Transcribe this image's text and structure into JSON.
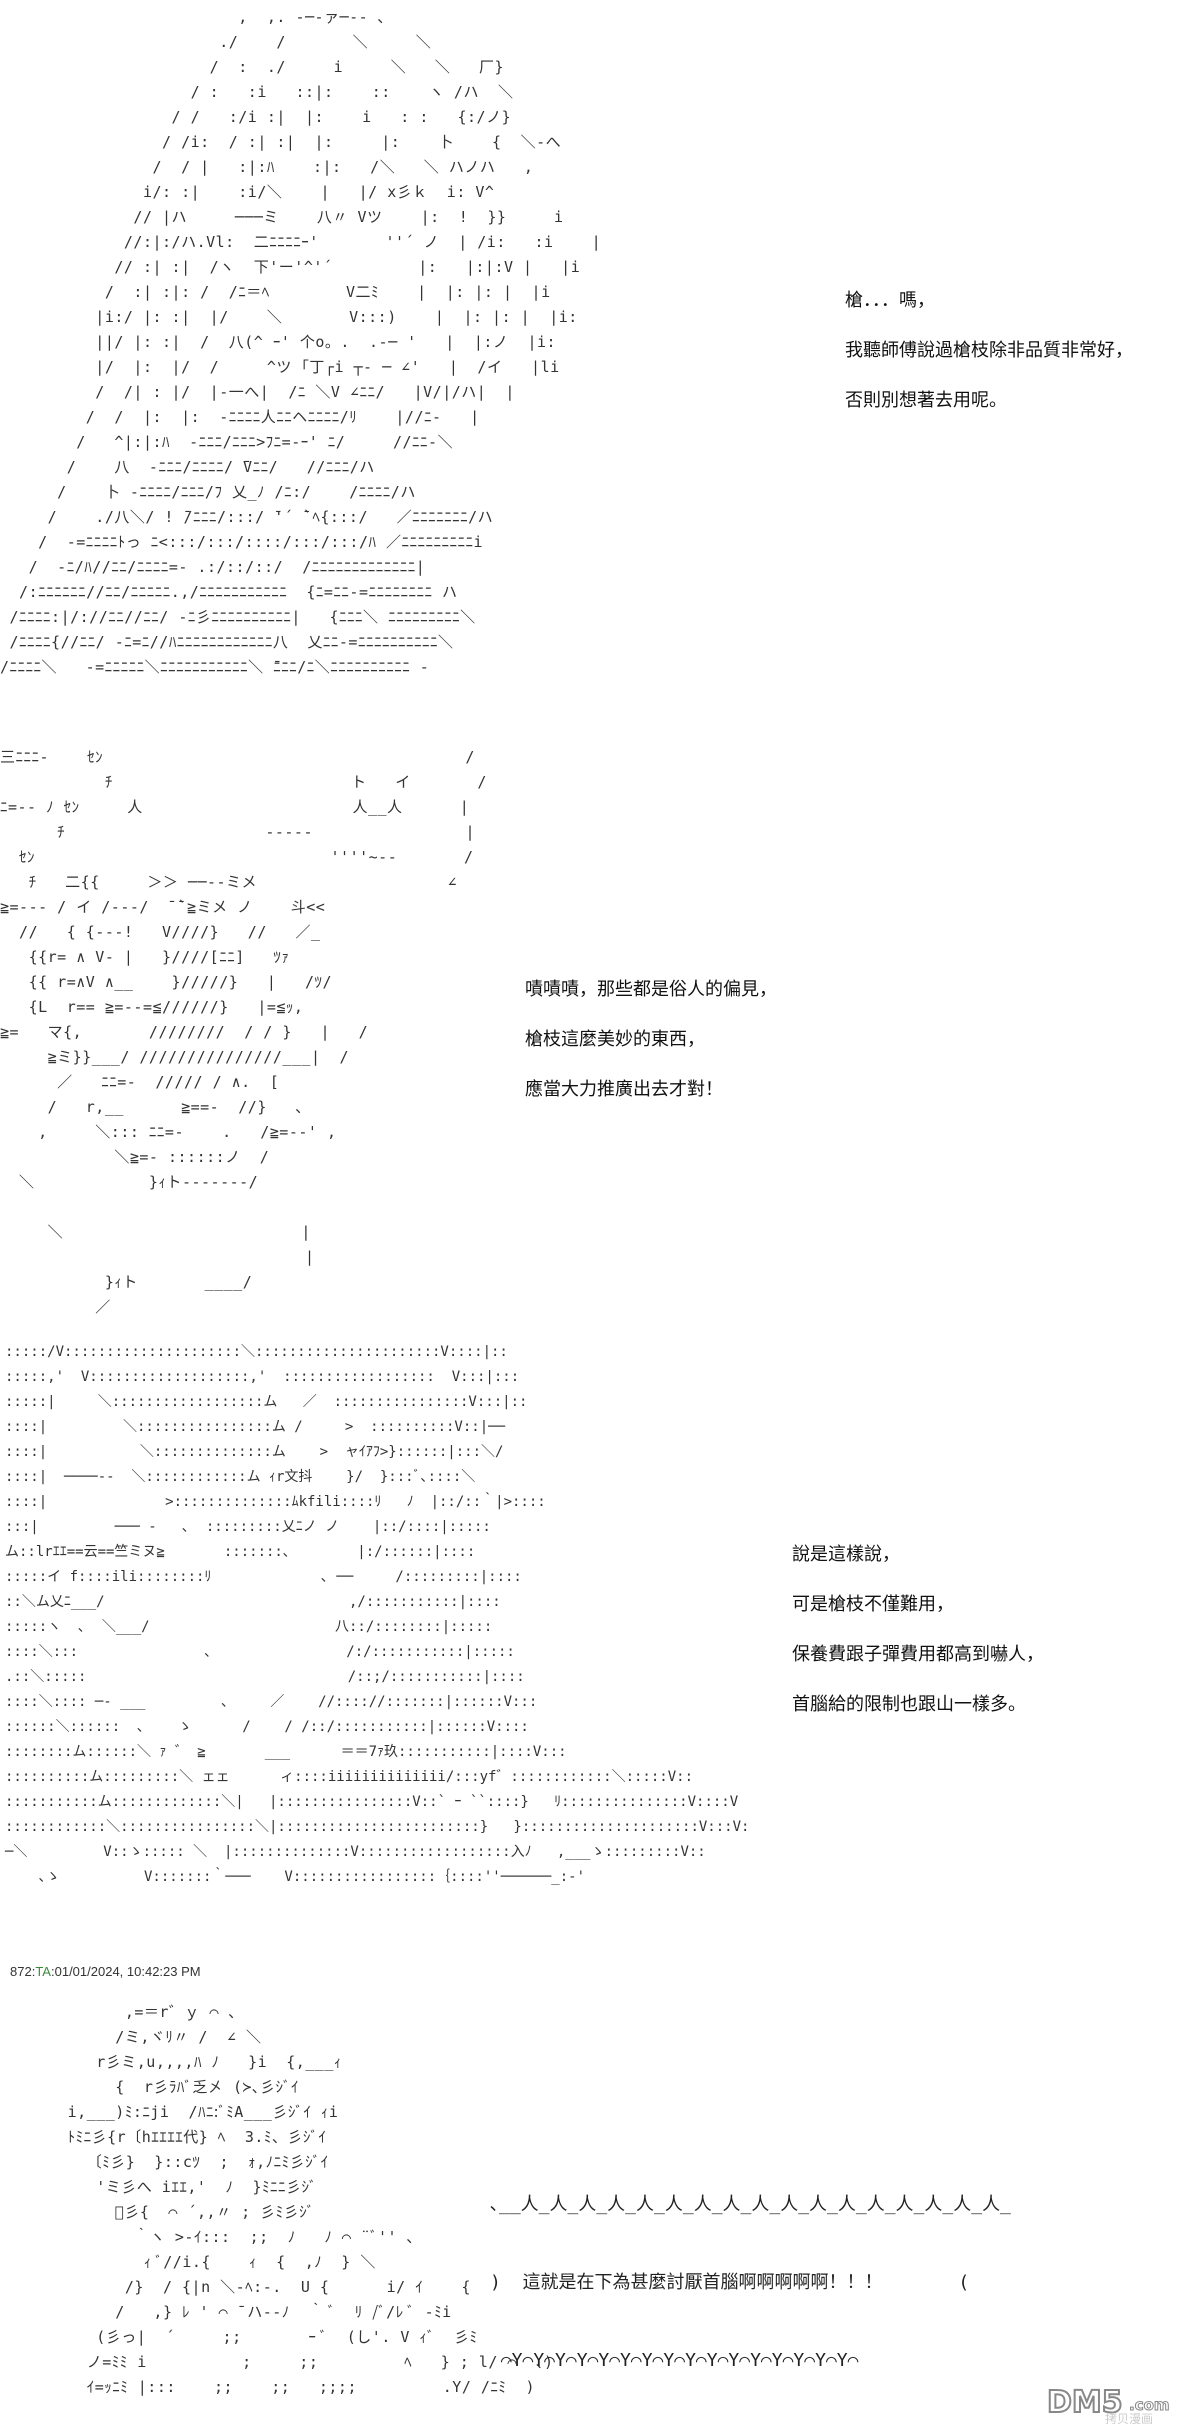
{
  "panels": [
    {
      "art": [
        "                         ,  ,. -─‐ァ─‐- ､",
        "                       ./    /       ＼     ＼",
        "                      /  :  ./     i     ＼   ＼   厂}",
        "                    / :   :i   ::|:    ::    ヽ /ハ  ＼",
        "                  / /   :/i :|  |:    i   : :   {:/ノ}",
        "                 / /i:  / :| :|  |:     |:    卜    {  ＼-へ",
        "                /  / |   :|:ﾊ    :|:   /＼   ＼ ハノハ   ,",
        "               i/: :|    :i/＼    |   |/ x彡ｋ  i: V^",
        "              // |ハ     ───ミ    八〃 Vツ    |:  !  }}     i",
        "             //:|:/ハ.Vl:  二ﾆﾆﾆﾆｰ'       ''´ ノ  | /i:   :i    |",
        "            // :| :|  /ヽ  下'ー'^'´         |:   |:|:V |   |i",
        "           /  :| :|: /  /ﾆ＝ﾍ        V二ﾐ    |  |: |: |  |i",
        "          |i:/ |: :|  |/    ＼       V:::)    |  |: |: |  |i:",
        "          ||/ |: :|  /  八(^ ｰ' 个o。.  .-─ '   |  |:ノ  |i:",
        "          |/  |:  |/  /     ^ツ ｢丁┌i ┬‐ ─ ∠'   |  /イ   |li",
        "          /  /| : |/  |‐一へ|  /ﾆ ＼V ∠ﾆﾆ/   |V/|/ハ|  |",
        "         /  /  |:  |:  -ﾆﾆﾆﾆ人ﾆﾆヘﾆﾆﾆﾆ/ﾘ    |//ﾆ-   |",
        "        /   ^|:|:ﾊ  -ﾆﾆﾆ/ﾆﾆﾆ>ﾌﾆ=-ｰ' ﾆ/     //ﾆﾆ-＼",
        "       /    八  -ﾆﾆﾆ/ﾆﾆﾆﾆ/ ̄Vﾆﾆ/   //ﾆﾆﾆ/ハ",
        "      /    卜 -ﾆﾆﾆﾆ/ﾆﾆﾆ/ﾌ 乂_ﾉ /ﾆ:/    /ﾆﾆﾆﾆ/ハ",
        "     /    ./八＼/ ! ̄/ﾆﾆﾆ/:::/ ̄'´ ̄`ﾍ{:::/   ／ﾆﾆﾆﾆﾆﾆﾆ/ハ",
        "    /  -=ﾆﾆﾆﾆﾄっ ﾆ<:::/:::/::::/:::/:::/ﾊ ／ﾆﾆﾆﾆﾆﾆﾆﾆﾆi",
        "   /  -ﾆ/ﾊ//ﾆﾆ/ﾆﾆﾆﾆ=- .:/::/::/  /ﾆﾆﾆﾆﾆﾆﾆﾆﾆﾆﾆﾆﾆ|",
        "  /:ﾆﾆﾆﾆﾆﾆ//ﾆﾆ/ﾆﾆﾆﾆﾆ.,/ﾆﾆﾆﾆﾆﾆﾆﾆﾆﾆﾆ  {ﾆ=ﾆﾆ-=ﾆﾆﾆﾆﾆﾆﾆﾆ ハ",
        " /ﾆﾆﾆﾆ:|/://ﾆﾆ//ﾆﾆ/ -ﾆ彡ﾆﾆﾆﾆﾆﾆﾆﾆﾆﾆ|   {ﾆﾆﾆ＼ ﾆﾆﾆﾆﾆﾆﾆﾆﾆ＼",
        " /ﾆﾆﾆﾆ{//ﾆﾆ/ -ﾆ=ﾆ//ﾊﾆﾆﾆﾆﾆﾆﾆﾆﾆﾆﾆﾆ八  乂ﾆﾆ-=ﾆﾆﾆﾆﾆﾆﾆﾆﾆﾆ＼",
        "/ﾆﾆﾆﾆ＼   -=ﾆﾆﾆﾆﾆ＼ﾆﾆﾆﾆﾆﾆﾆﾆﾆﾆﾆ＼ ̄ﾆﾆﾆ/ﾆ＼ﾆﾆﾆﾆﾆﾆﾆﾆﾆﾆ -"
      ],
      "lines": [
        "槍．．．嗎，",
        "我聽師傅說過槍枝除非品質非常好，",
        "否則別想著去用呢。"
      ]
    },
    {
      "art": [
        "三ﾆﾆﾆ-    ｾﾝ                                      /",
        "           ﾁ                         ト   イ       /",
        "ﾆ=-- ﾉ ｾﾝ     人                      人__人      |",
        "      ﾁ                     -----                |",
        "  ｾﾝ                               ''''~--       /",
        "   ﾁ   二{{     ＞＞ ──--ミメ                    ∠",
        "≧=--- / イ /---/  ̄ ̄`≧ミメ ノ    斗<<",
        "  //   { {---!   V////}   //   ／_",
        "   {{r= ∧ V- |   }////[ﾆﾆ]   ﾂｧ",
        "   {{ r=∧V ∧__    }/////}   |   /ﾂ/",
        "   {L  r== ≧=--=≦//////}   |=≦ｯ,",
        "≧=   マ{,       ////////  / / }   |   /",
        "     ≧ミ}}___/ ///////////////___|  /",
        "      ／   ﾆﾆ=-  ///// / ∧.  [",
        "     /   r,__      ≧==-  //}   ､",
        "    ,     ＼::: ﾆﾆ=-    .   /≧=--' ,",
        "            ＼≧=- ::::::ノ  /",
        "  ＼            }ｨト-------/",
        "",
        "     ＼                         |",
        "                                |",
        "           }ｨト       ____/",
        "          ／"
      ],
      "lines": [
        "嘖嘖嘖，那些都是俗人的偏見，",
        "槍枝這麼美妙的東西，",
        "應當大力推廣出去才對！"
      ]
    },
    {
      "art": [
        ":::::/V:::::::::::::::::::::＼::::::::::::::::::::::V::::|::",
        ":::::,'  V:::::::::::::::::::,'  ::::::::::::::::::  V:::|:::",
        ":::::|     ＼::::::::::::::::::ム   ／  ::::::::::::::::V:::|::",
        "::::|         ＼::::::::::::::::ム /     >  ::::::::::V::|──",
        "::::|           ＼::::::::::::::ム    >  ャｲｱﾌ>}::::::|:::＼/",
        "::::|  ────--  ＼::::::::::::ム ｨr文抖    }/  }:::ﾞ､::::＼",
        "::::|              >::::::::::::::ﾑkfili::::ﾘ   ﾉ  |::/::｀|>::::",
        ":::|         ─── -   ､  :::::::::乂ﾆノ ノ    |::/::::|:::::",
        "ム::lrｴｴ==云==竺ミヌ≧       :::::::､        |:/::::::|::::",
        ":::::イ f::::ili::::::::ﾘ             ､ ──     /:::::::::|::::",
        "::＼ム乂ﾆ___/                             ,/:::::::::::|::::",
        ":::::ヽ  ､  ＼___/                      八::/::::::::|:::::",
        "::::＼:::               ､                /:/:::::::::::|:::::",
        ".::＼:::::                               /::;/:::::::::::|::::",
        "::::＼:::: ─- ___         ､     ／    //:::://:::::::|::::::V:::",
        "::::::＼::::::  ､    ゝ      /    / /::/:::::::::::|::::::V::::",
        "::::::::ム::::::＼ ｧ ゛ ≧       ___      ＝＝7ｧ玖:::::::::::|::::V:::",
        "::::::::::ム:::::::::＼ ェェ      ィ::::iiiiiiiiiiiiii/:::yf゛::::::::::::＼:::::V::",
        ":::::::::::ム:::::::::::::＼|   |::::::::::::::::V::` ｰ ``::::}   ﾘ:::::::::::::::V::::V",
        "::::::::::::＼::::::::::::::::＼|::::::::::::::::::::::::}   }:::::::::::::::::::::V:::V:",
        "─＼         V::ゝ::::: ＼  |::::::::::::::V::::::::::::::::::入ﾉ   ,___ゝ:::::::::V::",
        "    ､ゝ          V:::::::｀───    V:::::::::::::::::｛::::''──────_:-'"
      ],
      "lines": [
        "說是這樣說，",
        "可是槍枝不僅難用，",
        "保養費跟子彈費用都高到嚇人，",
        "首腦給的限制也跟山一樣多。"
      ]
    }
  ],
  "post_header": {
    "number": "872",
    "sep1": ":",
    "author": "TA",
    "sep2": ":",
    "timestamp": "01/01/2024, 10:42:23 PM"
  },
  "final_art": [
    "           ,=＝r゛ｙ ⌒ ､",
    "          /ミ,ヾﾘ〃 /  ∠ ＼",
    "        r彡ミ,u,,,,ﾊ ﾉ   }i  {,___ｨ",
    "          {  r彡ﾗﾊﾞ乏㐅 (≻､彡ｼﾞｲ",
    "     i,___)ﾐ:ﾆji  /ﾊﾆ:ﾞﾐA___彡ｼﾞｲ ｨi",
    "     ﾄﾐﾆ彡{r〔hｴｴｴｴ代} ﾍ  3.ﾐ、彡ｼﾞｲ",
    "       〔ﾐ彡}  }::cﾂ  ;  ｫ,ﾉﾆﾐ彡ｼﾞｲ",
    "        'ミ彡へ iｴｴ,'  ﾉ  }ﾐﾆﾆ彡ｼﾞ",
    "          ﾞ彡{  ⌒ ´,,〃 ; 彡ﾐ彡ｼﾞ",
    "            ｀ヽ >-ｲ:::  ;;  ﾉ   ﾉ ⌒ ¨ﾞ'' ､",
    "             ｨ ﾞ//i.{    ｨ  {  ,ﾉ  } ＼",
    "           /}  / {|n ＼-ﾍ:-.  U {      i/ ｲ    {",
    "          /   ,} ﾚ ' ⌒ ̄ ハ-‐ﾉ  ｀ ﾞ  ﾘ /ﾞ/ﾚ ﾞ -ﾐi",
    "        (彡っ|  ´     ;;       ｰ ﾞ  (し'. V ｨﾞ  彡ﾐ",
    "       ノ=ﾐﾐ i          ;     ;;         ﾍ   } ; l/ ⌒  ､)",
    "       ｲ=ｯﾆﾐ |:::    ;;    ;;   ;;;;         .Y/ /ﾆﾐ  )"
  ],
  "shout": {
    "top_wave": "､__人_人_人_人_人_人_人_人_人_人_人_人_人_人_人_人_人_",
    "open": ")",
    "text": "這就是在下為甚麼討厭首腦啊啊啊啊啊！！！",
    "close": "(",
    "bottom_wave": " ⌒Y⌒Y⌒Y⌒Y⌒Y⌒Y⌒Y⌒Y⌒Y⌒Y⌒Y⌒Y⌒Y⌒Y⌒Y⌒Y⌒"
  },
  "watermark": {
    "brand": "DM5",
    "suffix": ".com",
    "tagline": "拷贝漫画"
  }
}
